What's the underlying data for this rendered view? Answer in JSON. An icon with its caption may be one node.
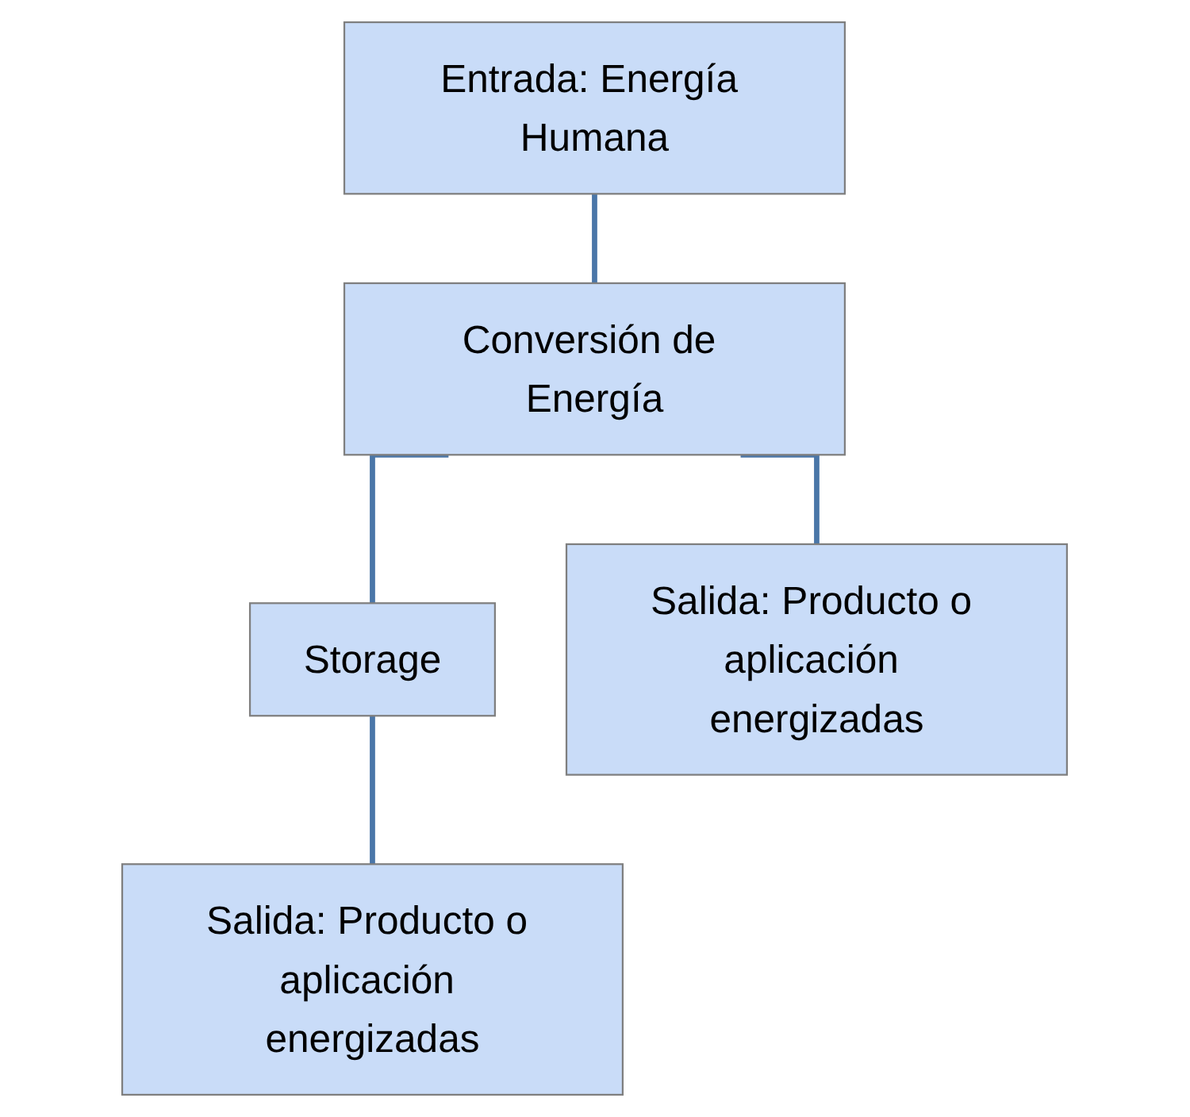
{
  "diagram": {
    "nodes": [
      {
        "text": [
          "Entrada: Energía Humana"
        ]
      },
      {
        "text": [
          "Conversión de Energía"
        ]
      },
      {
        "text": [
          "Storage"
        ]
      },
      {
        "text": [
          "Salida: Producto o aplicación energizadas"
        ]
      },
      {
        "text": [
          "Salida: Producto o aplicación energizadas"
        ]
      }
    ],
    "edges": [
      {
        "from": 0,
        "to": 1,
        "arrow": "none"
      },
      {
        "from": 1,
        "to": 2,
        "arrow": "none"
      },
      {
        "from": 1,
        "to": 3,
        "arrow": "none"
      },
      {
        "from": 2,
        "to": 4,
        "arrow": "none"
      }
    ]
  }
}
